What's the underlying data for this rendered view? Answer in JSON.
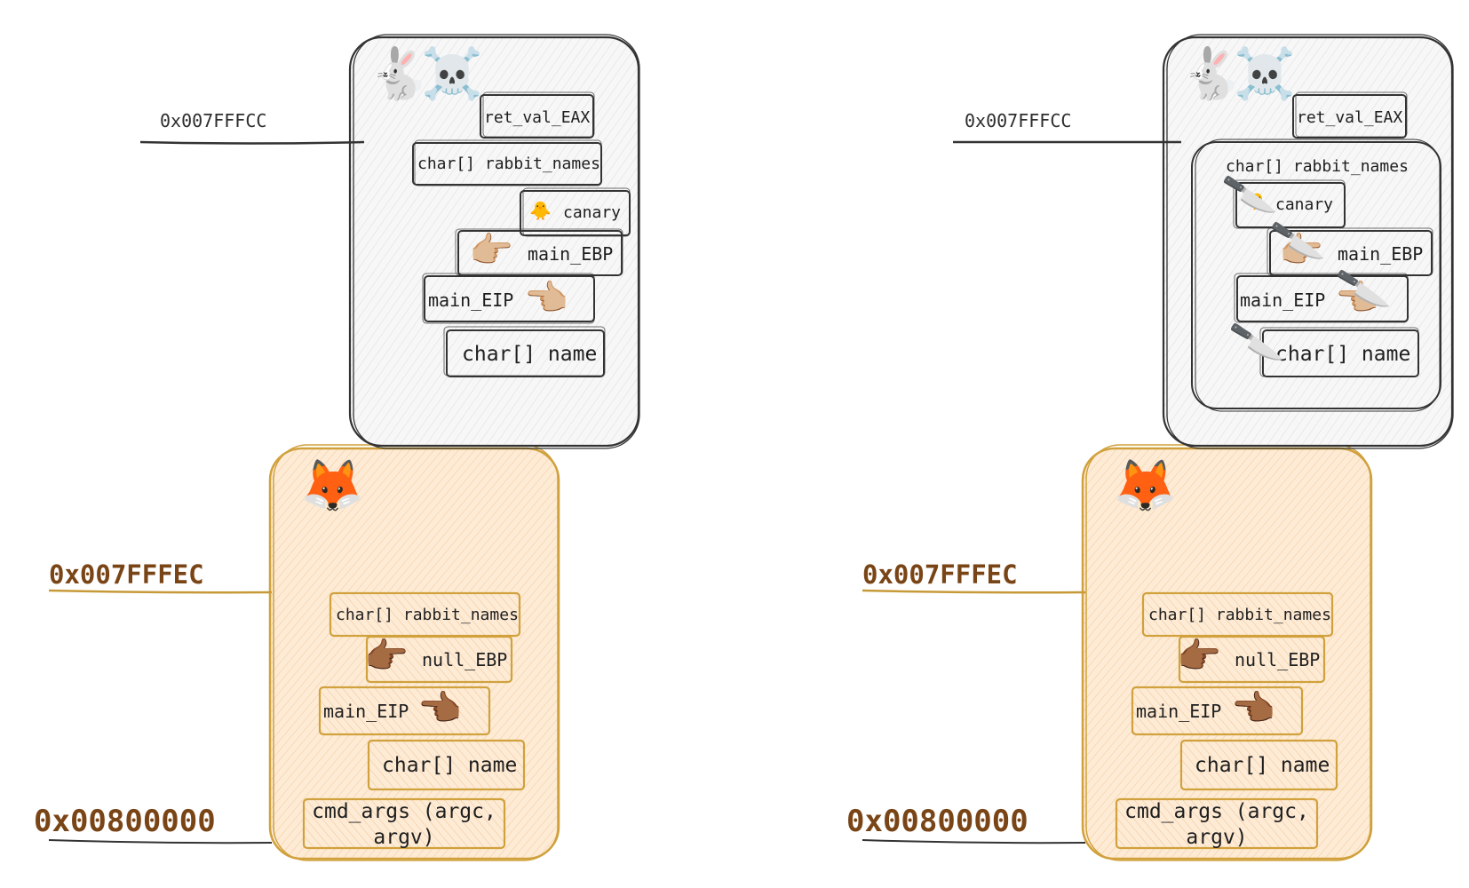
{
  "icons": {
    "rabbit": "🐇",
    "skull": "☠️",
    "fox": "🦊",
    "chick": "🐥",
    "point_right_light": "👉🏼",
    "point_left_light": "👈🏼",
    "point_right_dark": "👉🏾",
    "point_left_dark": "👈🏾",
    "knife": "🔪"
  },
  "colors": {
    "gray_frame": "#333333",
    "gold_frame": "#d0a13c",
    "orange_fill": "#fde6cc",
    "address_brown": "#7a4516"
  },
  "left": {
    "rabbit_frame": {
      "address": "0x007FFFCC",
      "cells": {
        "ret_val": "ret_val_EAX",
        "rabbit_names": "char[] rabbit_names",
        "canary": "canary",
        "main_ebp": "main_EBP",
        "main_eip": "main_EIP",
        "name": "char[] name"
      }
    },
    "fox_frame": {
      "address": "0x007FFFEC",
      "cells": {
        "rabbit_names": "char[] rabbit_names",
        "null_ebp": "null_EBP",
        "main_eip": "main_EIP",
        "name": "char[] name",
        "cmd_args_line1": "cmd_args (argc,",
        "cmd_args_line2": "argv)"
      }
    },
    "bottom_address": "0x00800000"
  },
  "right": {
    "rabbit_frame": {
      "address": "0x007FFFCC",
      "cells": {
        "ret_val": "ret_val_EAX",
        "rabbit_names": "char[] rabbit_names",
        "canary": "canary",
        "main_ebp": "main_EBP",
        "main_eip": "main_EIP",
        "name": "char[] name"
      }
    },
    "fox_frame": {
      "address": "0x007FFFEC",
      "cells": {
        "rabbit_names": "char[] rabbit_names",
        "null_ebp": "null_EBP",
        "main_eip": "main_EIP",
        "name": "char[] name",
        "cmd_args_line1": "cmd_args (argc,",
        "cmd_args_line2": "argv)"
      }
    },
    "bottom_address": "0x00800000"
  }
}
